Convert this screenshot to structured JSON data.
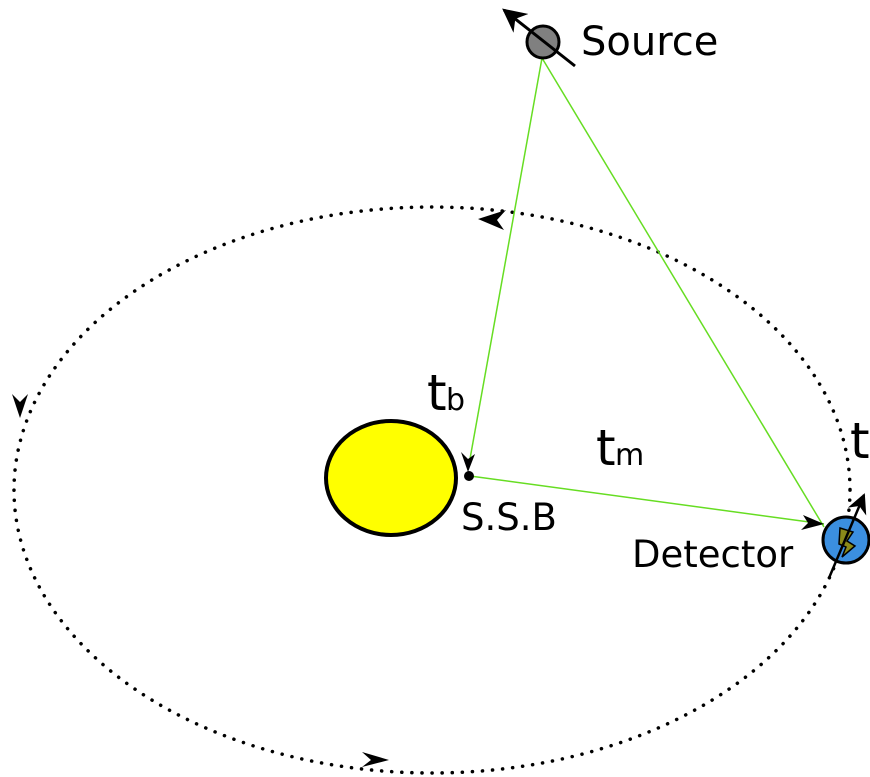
{
  "labels": {
    "source": "Source",
    "ssb": "S.S.B",
    "detector": "Detector",
    "t_b_main": "t",
    "t_b_sub": "b",
    "t_m_main": "t",
    "t_m_sub": "m",
    "t_edge": "t"
  },
  "colors": {
    "signal_line": "#66dd22",
    "sun": "#ffff00",
    "source_body": "#808080",
    "detector_body": "#3b8fe0",
    "detector_mark": "#8a8a1a",
    "orbit": "#000000"
  }
}
